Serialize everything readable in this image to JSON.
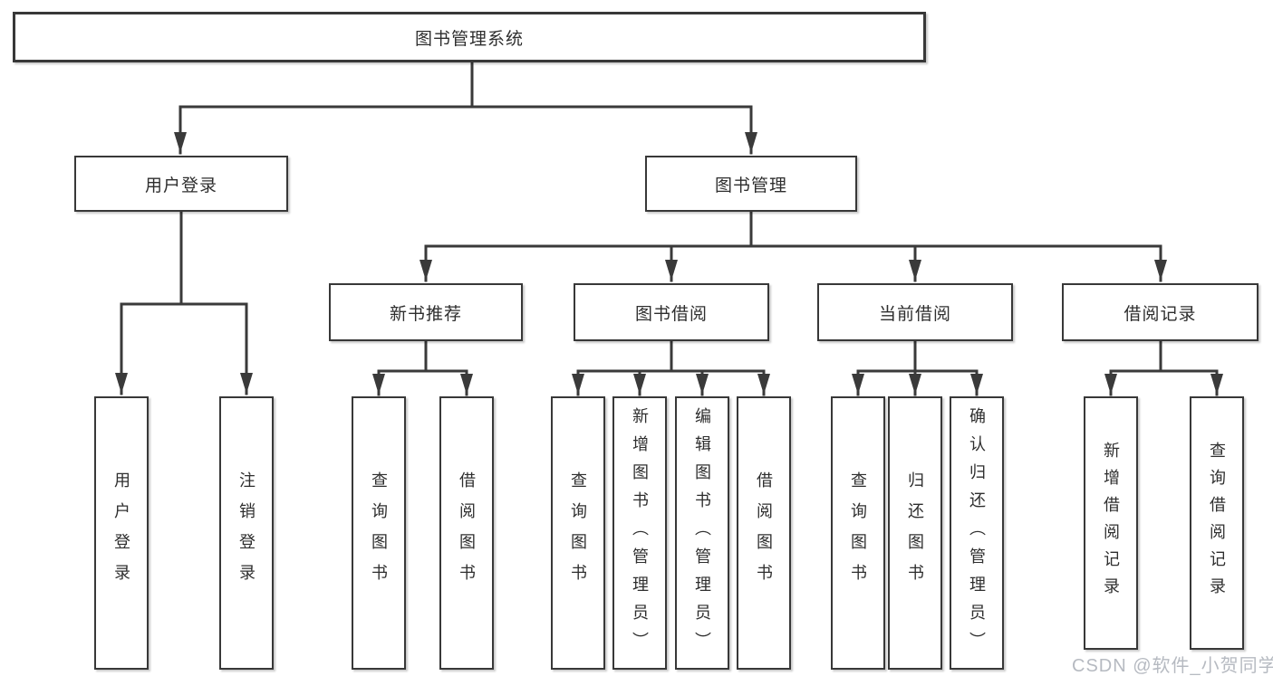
{
  "diagram": {
    "root": {
      "label": "图书管理系统"
    },
    "branches": [
      {
        "label": "用户登录",
        "children": [
          {
            "label": "用户登录"
          },
          {
            "label": "注销登录"
          }
        ]
      },
      {
        "label": "图书管理",
        "children": [
          {
            "label": "新书推荐",
            "children": [
              {
                "label": "查询图书"
              },
              {
                "label": "借阅图书"
              }
            ]
          },
          {
            "label": "图书借阅",
            "children": [
              {
                "label": "查询图书"
              },
              {
                "label": "新增图书（管理员）"
              },
              {
                "label": "编辑图书（管理员）"
              },
              {
                "label": "借阅图书"
              }
            ]
          },
          {
            "label": "当前借阅",
            "children": [
              {
                "label": "查询图书"
              },
              {
                "label": "归还图书"
              },
              {
                "label": "确认归还（管理员）"
              }
            ]
          },
          {
            "label": "借阅记录",
            "children": [
              {
                "label": "新增借阅记录"
              },
              {
                "label": "查询借阅记录"
              }
            ]
          }
        ]
      }
    ],
    "watermark": "CSDN @软件_小贺同学",
    "colors": {
      "line": "#3a3a3a",
      "box_border": "#383838",
      "text": "#2e2e2e",
      "watermark": "#b6bac1",
      "background": "#ffffff"
    }
  }
}
